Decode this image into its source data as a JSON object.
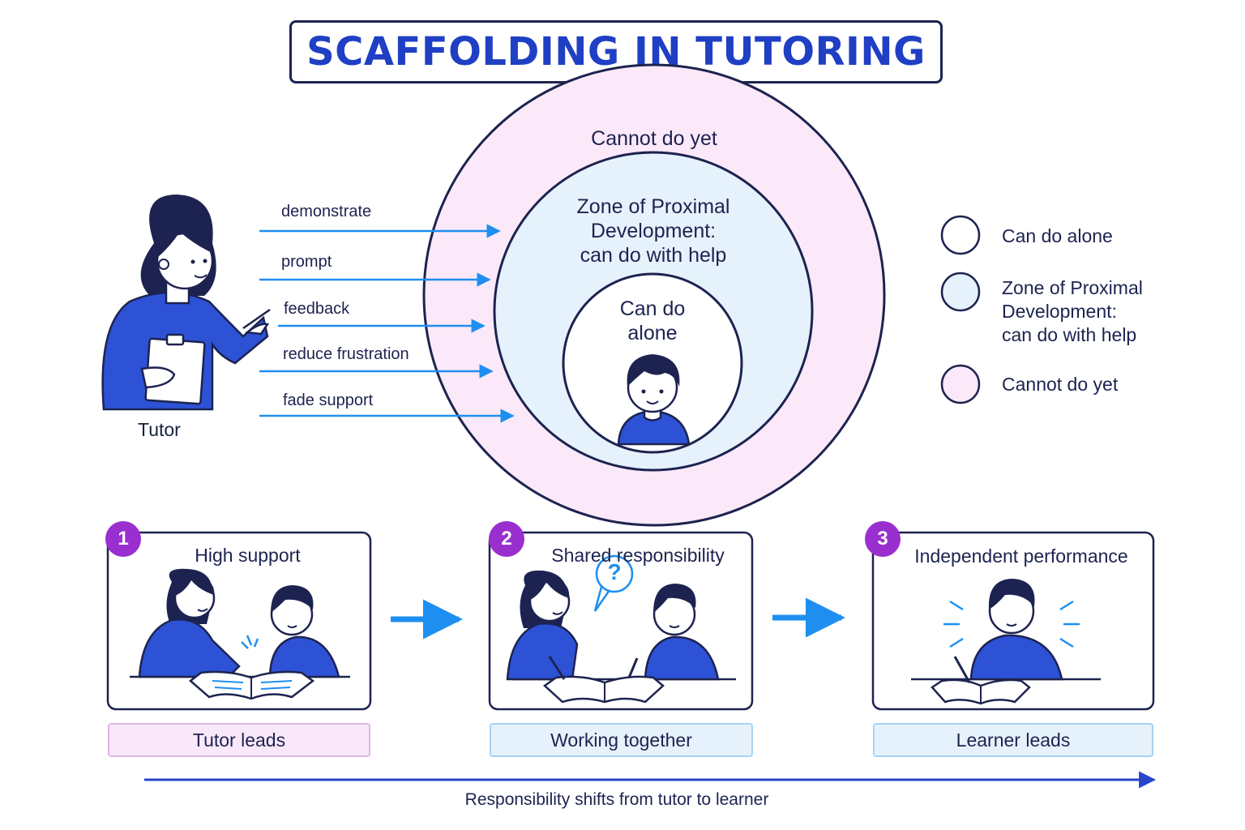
{
  "title": "SCAFFOLDING IN TUTORING",
  "zones": {
    "outer": "Cannot do yet",
    "middle": [
      "Zone of Proximal",
      "Development:",
      "can do with help"
    ],
    "inner": [
      "Can do",
      "alone"
    ]
  },
  "tutor": {
    "label": "Tutor",
    "actions": [
      "demonstrate",
      "prompt",
      "feedback",
      "reduce frustration",
      "fade support"
    ]
  },
  "legend": [
    {
      "lines": [
        "Can do alone"
      ],
      "color": "#ffffff"
    },
    {
      "lines": [
        "Zone of Proximal",
        "Development:",
        "can do with help"
      ],
      "color": "#e6f2fb"
    },
    {
      "lines": [
        "Cannot do yet"
      ],
      "color": "#fbe9f9"
    }
  ],
  "stages": [
    {
      "number": "1",
      "title": "High support",
      "caption": "Tutor leads"
    },
    {
      "number": "2",
      "title": "Shared responsibility",
      "caption": "Working together"
    },
    {
      "number": "3",
      "title": "Independent performance",
      "caption": "Learner leads"
    }
  ],
  "question_mark": "?",
  "footer": "Responsibility shifts from tutor to learner",
  "colors": {
    "accent_blue": "#2d52d6",
    "title_blue": "#1f3fc4",
    "arrow_blue": "#1e8ff0",
    "badge_purple": "#9a2fd0",
    "outline": "#1d2350",
    "pink_zone": "#fbe9f9",
    "blue_zone": "#e6f2fb"
  }
}
